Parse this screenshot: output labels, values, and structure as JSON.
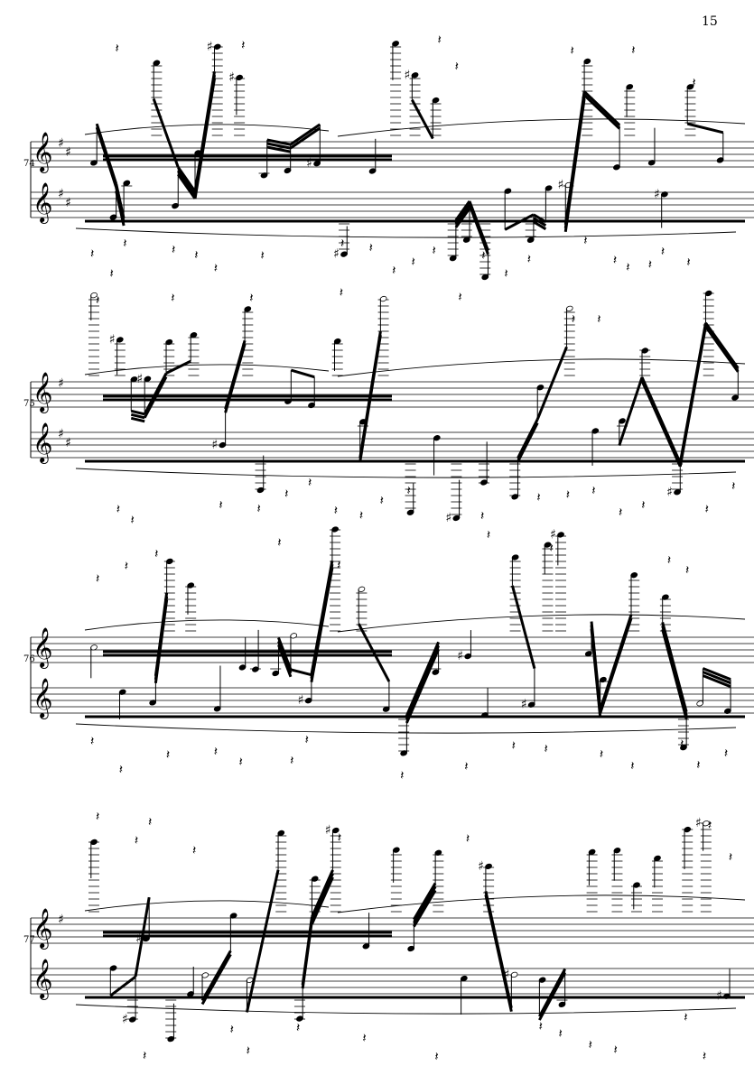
{
  "page": {
    "number": "15"
  },
  "systems": [
    {
      "measure_number": "74",
      "treble_key": "sharps-2",
      "bass_key": "sharps-2"
    },
    {
      "measure_number": "75",
      "treble_key": "sharps-1",
      "bass_key": "sharps-2"
    },
    {
      "measure_number": "76",
      "treble_key": "none",
      "bass_key": "none"
    },
    {
      "measure_number": "77",
      "treble_key": "sharps-1",
      "bass_key": "none"
    }
  ],
  "colors": {
    "ink": "#000000",
    "paper": "#ffffff"
  }
}
